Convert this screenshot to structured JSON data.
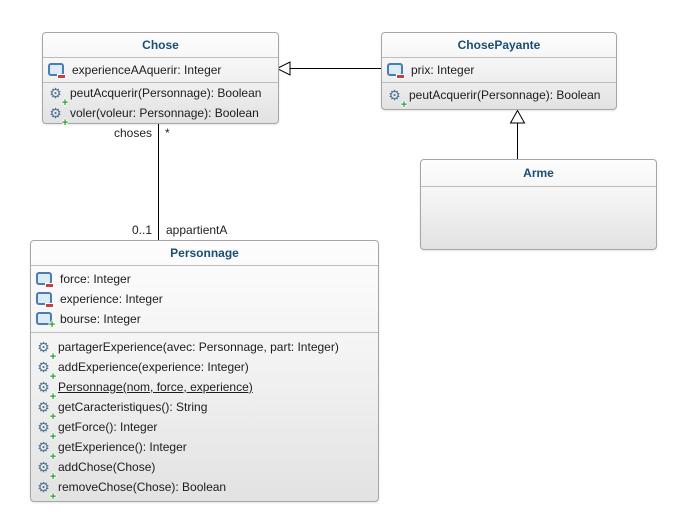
{
  "diagram": {
    "classes": {
      "chose": {
        "title": "Chose",
        "attributes": [
          {
            "text": "experienceAAquerir: Integer",
            "visibility": "private"
          }
        ],
        "methods": [
          {
            "text": "peutAcquerir(Personnage): Boolean",
            "visibility": "public"
          },
          {
            "text": "voler(voleur: Personnage): Boolean",
            "visibility": "public"
          }
        ]
      },
      "chosePayante": {
        "title": "ChosePayante",
        "attributes": [
          {
            "text": "prix: Integer",
            "visibility": "private"
          }
        ],
        "methods": [
          {
            "text": "peutAcquerir(Personnage): Boolean",
            "visibility": "public"
          }
        ]
      },
      "arme": {
        "title": "Arme",
        "attributes": [],
        "methods": []
      },
      "personnage": {
        "title": "Personnage",
        "attributes": [
          {
            "text": "force: Integer",
            "visibility": "private"
          },
          {
            "text": "experience: Integer",
            "visibility": "private"
          },
          {
            "text": "bourse: Integer",
            "visibility": "public"
          }
        ],
        "methods": [
          {
            "text": "partagerExperience(avec: Personnage, part: Integer)",
            "visibility": "public"
          },
          {
            "text": "addExperience(experience: Integer)",
            "visibility": "public"
          },
          {
            "text": "Personnage(nom, force, experience)",
            "visibility": "public",
            "underlined": true
          },
          {
            "text": "getCaracteristiques(): String",
            "visibility": "public"
          },
          {
            "text": "getForce(): Integer",
            "visibility": "public"
          },
          {
            "text": "getExperience(): Integer",
            "visibility": "public"
          },
          {
            "text": "addChose(Chose)",
            "visibility": "public"
          },
          {
            "text": "removeChose(Chose): Boolean",
            "visibility": "public"
          }
        ]
      }
    },
    "association": {
      "role_near_chose": "choses",
      "mult_near_chose": "*",
      "mult_near_personnage": "0..1",
      "role_near_personnage": "appartientA"
    },
    "colors": {
      "class_title_blue": "#1a4e73",
      "box_border_gray": "#a6a6a6",
      "line_black": "#000000",
      "field_icon_blue": "#4b7db3",
      "private_red": "#c9413d",
      "public_green": "#2e9b33",
      "gear_blue": "#4d7190"
    }
  }
}
